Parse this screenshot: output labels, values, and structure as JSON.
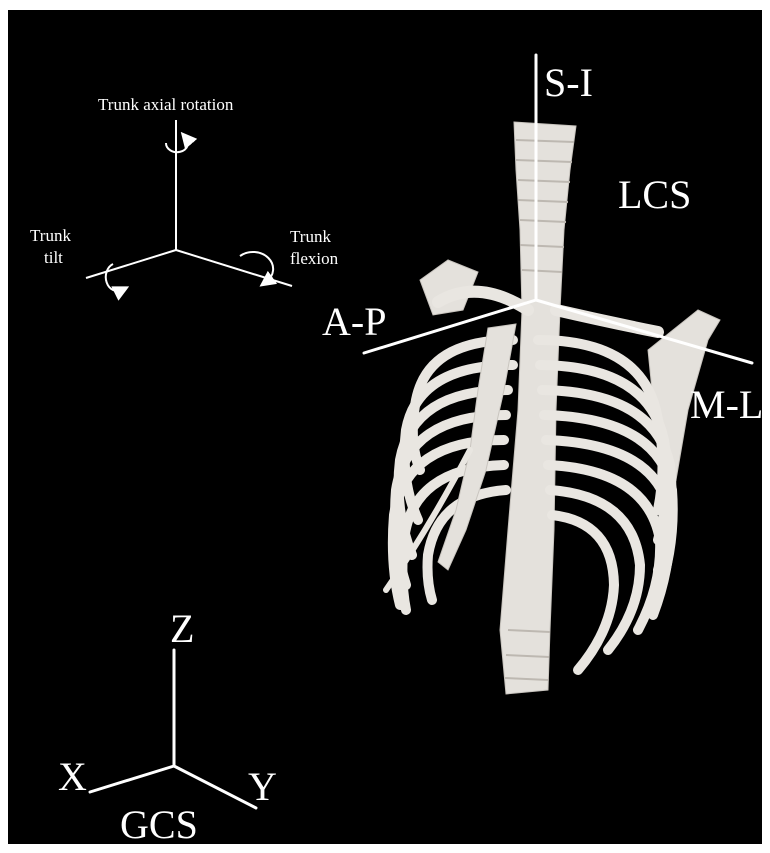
{
  "rotation_legend": {
    "axial": "Trunk axial rotation",
    "tilt_line1": "Trunk",
    "tilt_line2": "tilt",
    "flexion_line1": "Trunk",
    "flexion_line2": "flexion"
  },
  "lcs": {
    "label": "LCS",
    "axis_si": "S-I",
    "axis_ap": "A-P",
    "axis_ml": "M-L"
  },
  "gcs": {
    "label": "GCS",
    "axis_z": "Z",
    "axis_x": "X",
    "axis_y": "Y"
  },
  "colors": {
    "background": "#000000",
    "foreground": "#ffffff",
    "bone": "#e4e1dc"
  }
}
